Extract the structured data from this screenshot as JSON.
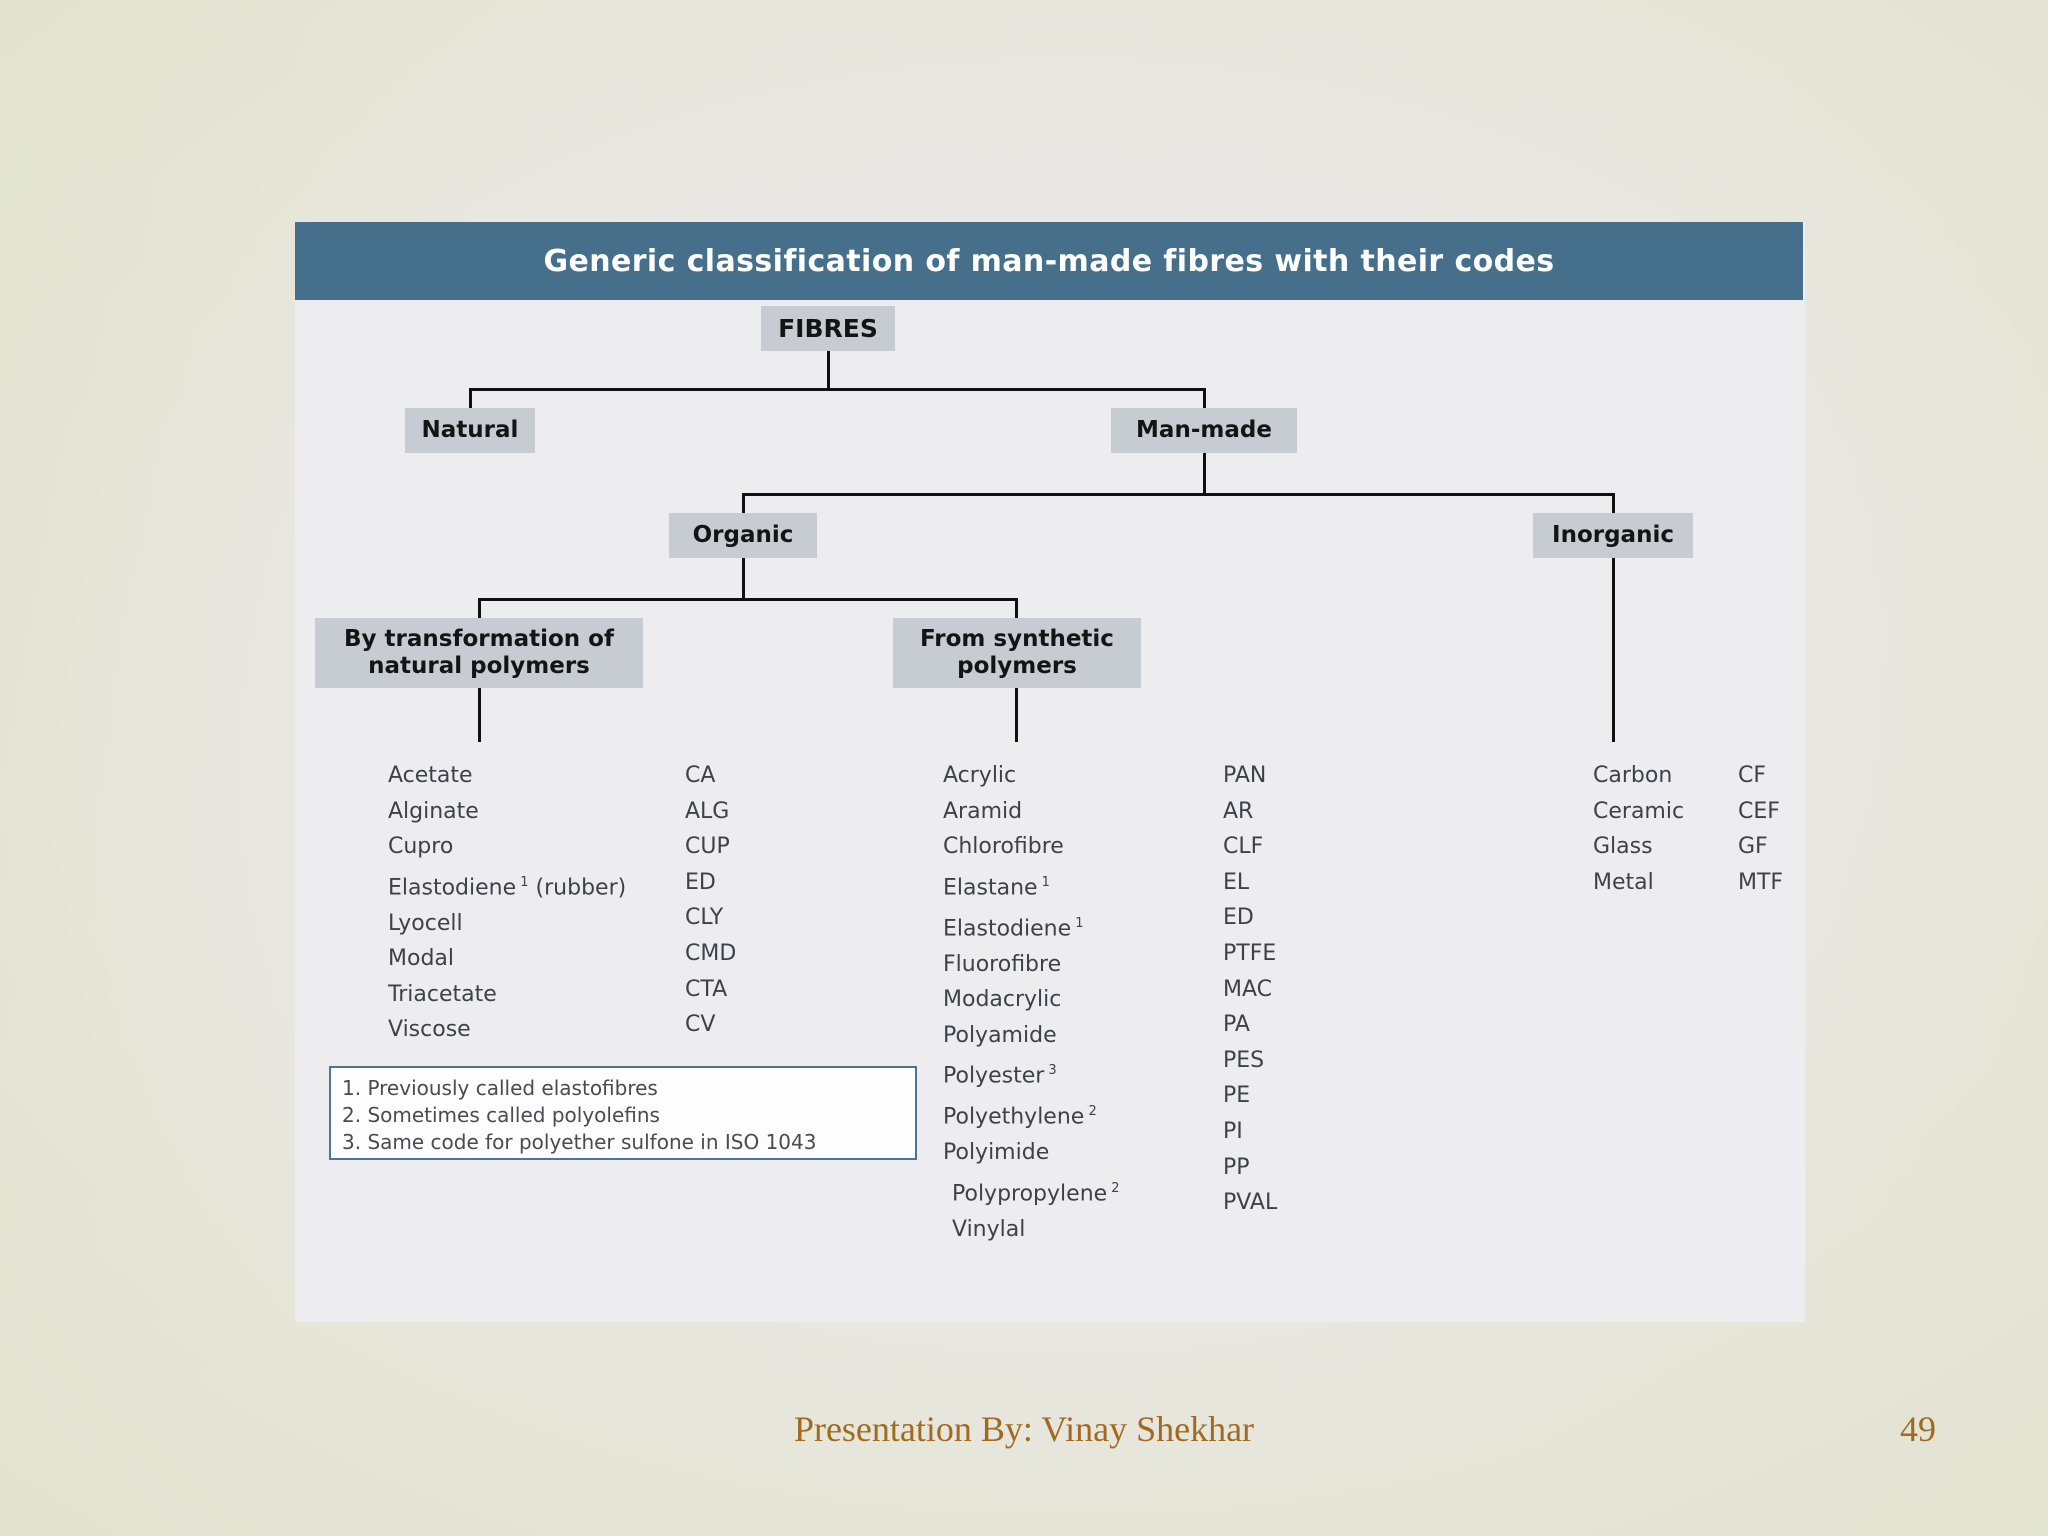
{
  "slide": {
    "page_number": "49",
    "credit": "Presentation By: Vinay Shekhar",
    "accent_color": "#456f8b",
    "footer_color": "#a06b1f",
    "node_fill": "#c7ccd3",
    "panel_bg": "#ededf0",
    "canvas_bg": "#e6e6d9"
  },
  "figure": {
    "title": "Generic classification of man-made fibres with their codes",
    "nodes": {
      "root": "FIBRES",
      "natural": "Natural",
      "man_made": "Man-made",
      "organic": "Organic",
      "inorganic": "Inorganic",
      "by_transformation": "By transformation of natural polymers",
      "by_transformation_line1": "By transformation of",
      "by_transformation_line2": "natural polymers",
      "from_synthetic": "From synthetic polymers",
      "from_synthetic_line1": "From synthetic",
      "from_synthetic_line2": "polymers"
    },
    "groups": [
      {
        "id": "by-transformation-of-natural-polymers",
        "heading": "By transformation of natural polymers",
        "entries": [
          {
            "name": "Acetate",
            "code": "CA",
            "footnote": ""
          },
          {
            "name": "Alginate",
            "code": "ALG",
            "footnote": ""
          },
          {
            "name": "Cupro",
            "code": "CUP",
            "footnote": ""
          },
          {
            "name": "Elastodiene",
            "suffix": "(rubber)",
            "code": "ED",
            "footnote": "1"
          },
          {
            "name": "Lyocell",
            "code": "CLY",
            "footnote": ""
          },
          {
            "name": "Modal",
            "code": "CMD",
            "footnote": ""
          },
          {
            "name": "Triacetate",
            "code": "CTA",
            "footnote": ""
          },
          {
            "name": "Viscose",
            "code": "CV",
            "footnote": ""
          }
        ]
      },
      {
        "id": "from-synthetic-polymers",
        "heading": "From synthetic polymers",
        "entries": [
          {
            "name": "Acrylic",
            "code": "PAN",
            "footnote": ""
          },
          {
            "name": "Aramid",
            "code": "AR",
            "footnote": ""
          },
          {
            "name": "Chlorofibre",
            "code": "CLF",
            "footnote": ""
          },
          {
            "name": "Elastane",
            "code": "EL",
            "footnote": "1"
          },
          {
            "name": "Elastodiene",
            "code": "ED",
            "footnote": "1"
          },
          {
            "name": "Fluorofibre",
            "code": "PTFE",
            "footnote": ""
          },
          {
            "name": "Modacrylic",
            "code": "MAC",
            "footnote": ""
          },
          {
            "name": "Polyamide",
            "code": "PA",
            "footnote": ""
          },
          {
            "name": "Polyester",
            "code": "PES",
            "footnote": "3"
          },
          {
            "name": "Polyethylene",
            "code": "PE",
            "footnote": "2"
          },
          {
            "name": "Polyimide",
            "code": "PI",
            "footnote": ""
          },
          {
            "name": "Polypropylene",
            "code": "PP",
            "footnote": "2"
          },
          {
            "name": "Vinylal",
            "code": "PVAL",
            "footnote": ""
          }
        ]
      },
      {
        "id": "inorganic",
        "heading": "Inorganic",
        "entries": [
          {
            "name": "Carbon",
            "code": "CF",
            "footnote": ""
          },
          {
            "name": "Ceramic",
            "code": "CEF",
            "footnote": ""
          },
          {
            "name": "Glass",
            "code": "GF",
            "footnote": ""
          },
          {
            "name": "Metal",
            "code": "MTF",
            "footnote": ""
          }
        ]
      }
    ],
    "footnotes": [
      "1. Previously called elastofibres",
      "2. Sometimes called polyolefins",
      "3. Same code for polyether sulfone in ISO 1043"
    ]
  }
}
